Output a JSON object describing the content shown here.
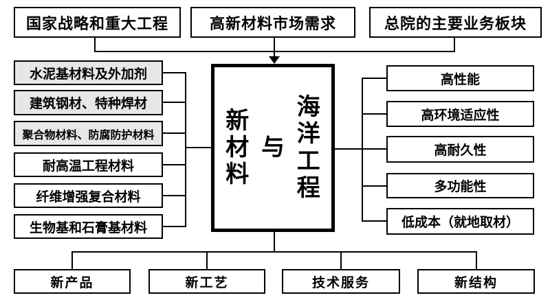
{
  "colors": {
    "line": "#000000",
    "border": "#000000",
    "box_fill": "#ffffff",
    "highlight_fill": "#e7e7e7"
  },
  "top_row": {
    "boxes": [
      {
        "label": "国家战略和重大工程"
      },
      {
        "label": "高新材料市场需求"
      },
      {
        "label": "总院的主要业务板块"
      }
    ]
  },
  "center_box": {
    "left_text": "新材料",
    "middle_text": "与",
    "right_text": "海洋工程"
  },
  "left_column": {
    "boxes": [
      {
        "label": "水泥基材料及外加剂",
        "highlighted": true
      },
      {
        "label": "建筑钢材、特种焊材",
        "highlighted": true
      },
      {
        "label": "聚合物材料、防腐防护材料",
        "highlighted": true
      },
      {
        "label": "耐高温工程材料",
        "highlighted": false
      },
      {
        "label": "纤维增强复合材料",
        "highlighted": false
      },
      {
        "label": "生物基和石膏基材料",
        "highlighted": false
      }
    ]
  },
  "right_column": {
    "boxes": [
      {
        "label": "高性能"
      },
      {
        "label": "高环境适应性"
      },
      {
        "label": "高耐久性"
      },
      {
        "label": "多功能性"
      },
      {
        "label": "低成本（就地取材）"
      }
    ]
  },
  "bottom_row": {
    "boxes": [
      {
        "label": "新产品"
      },
      {
        "label": "新工艺"
      },
      {
        "label": "技术服务"
      },
      {
        "label": "新结构"
      }
    ]
  }
}
